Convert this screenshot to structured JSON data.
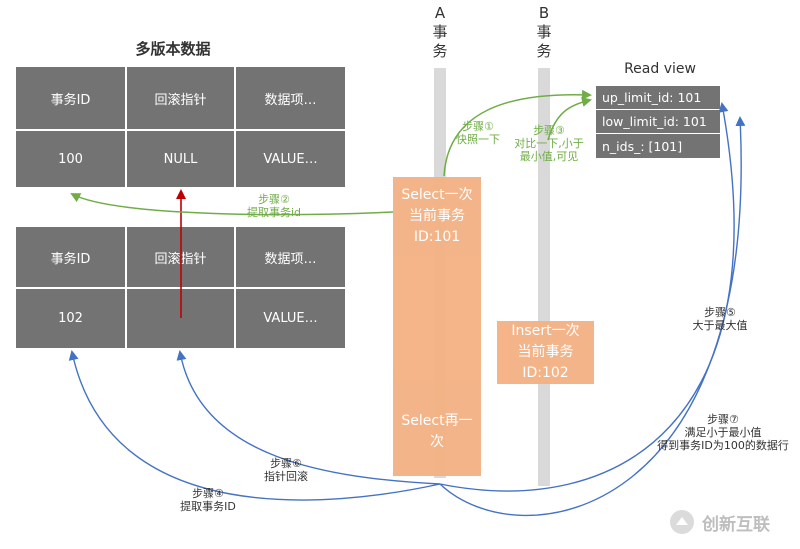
{
  "title": "多版本数据",
  "table_top": {
    "headers": [
      "事务ID",
      "回滚指针",
      "数据项…"
    ],
    "row": [
      "100",
      "NULL",
      "VALUE…"
    ]
  },
  "table_bottom": {
    "headers": [
      "事务ID",
      "回滚指针",
      "数据项…"
    ],
    "row": [
      "102",
      "",
      "VALUE…"
    ]
  },
  "lanes": {
    "a": {
      "letter": "A",
      "c1": "事",
      "c2": "务"
    },
    "b": {
      "letter": "B",
      "c1": "事",
      "c2": "务"
    }
  },
  "boxes": {
    "select1": {
      "l1": "Select一次",
      "l2": "当前事务",
      "l3": "ID:101"
    },
    "select2": {
      "l1": "Select再一",
      "l2": "次"
    },
    "insert": {
      "l1": "Insert一次",
      "l2": "当前事务",
      "l3": "ID:102"
    }
  },
  "read_view": {
    "title": "Read view",
    "rows": [
      "up_limit_id:  101",
      "low_limit_id:  101",
      "n_ids_:  [101]"
    ]
  },
  "steps": {
    "s1": {
      "l1": "步骤①",
      "l2": "快照一下"
    },
    "s2": {
      "l1": "步骤②",
      "l2": "提取事务id"
    },
    "s3": {
      "l1": "步骤③",
      "l2": "对比一下,小于",
      "l3": "最小值,可见"
    },
    "s4": {
      "l1": "步骤④",
      "l2": "提取事务ID"
    },
    "s5": {
      "l1": "步骤⑤",
      "l2": "大于最大值"
    },
    "s6": {
      "l1": "步骤⑥",
      "l2": "指针回滚"
    },
    "s7": {
      "l1": "步骤⑦",
      "l2": "满足小于最小值",
      "l3": "得到事务ID为100的数据行"
    }
  },
  "logo": {
    "text": "创新互联"
  },
  "colors": {
    "green": "#70ad47",
    "blue": "#4472c4",
    "red": "#c00000",
    "orange": "#f4b183",
    "cell": "#737373"
  }
}
